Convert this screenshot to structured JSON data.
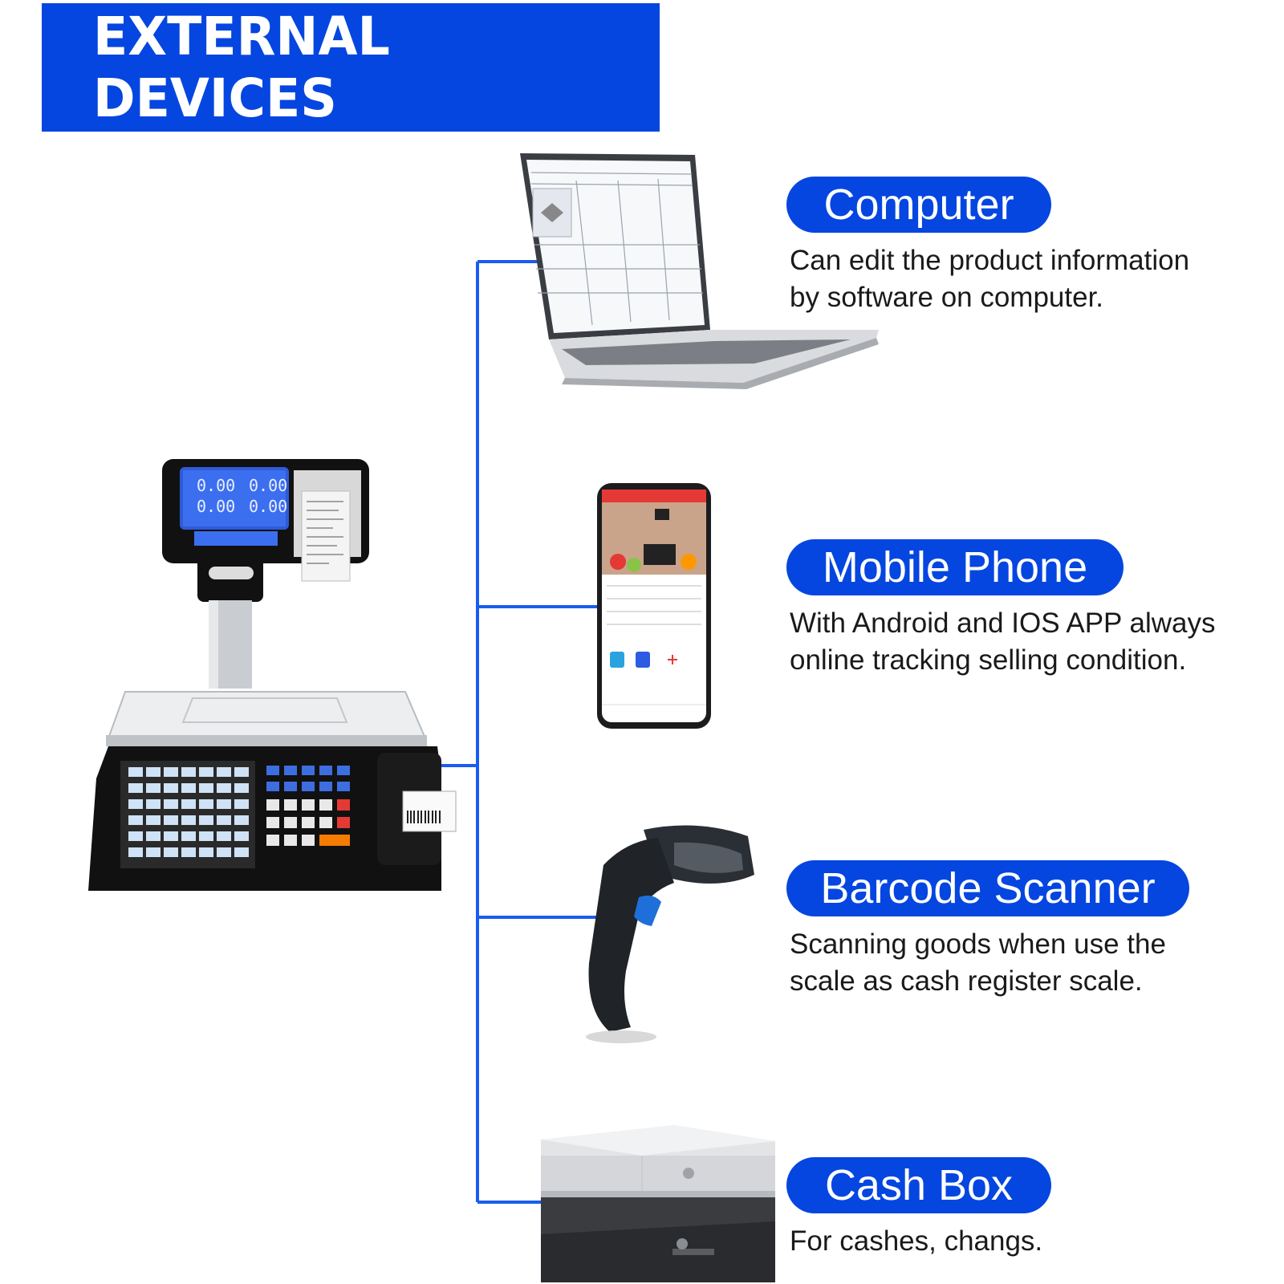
{
  "banner": {
    "title": "EXTERNAL DEVICES"
  },
  "devices": [
    {
      "label": "Computer",
      "line1": "Can edit the product information",
      "line2": "by software on computer.",
      "icon": "laptop-icon"
    },
    {
      "label": "Mobile Phone",
      "line1": "With Android and IOS APP always",
      "line2": "online tracking selling condition.",
      "icon": "smartphone-icon"
    },
    {
      "label": "Barcode Scanner",
      "line1": "Scanning goods when use the",
      "line2": "scale as cash register scale.",
      "icon": "barcode-scanner-icon"
    },
    {
      "label": "Cash Box",
      "line1": "For cashes, changs.",
      "line2": "",
      "icon": "cash-drawer-icon"
    }
  ],
  "scale": {
    "icon": "label-printing-scale-icon",
    "display_digits": "0.00"
  },
  "colors": {
    "accent": "#0546e0",
    "connector": "#1a5cf0",
    "text": "#1a1a1a"
  }
}
